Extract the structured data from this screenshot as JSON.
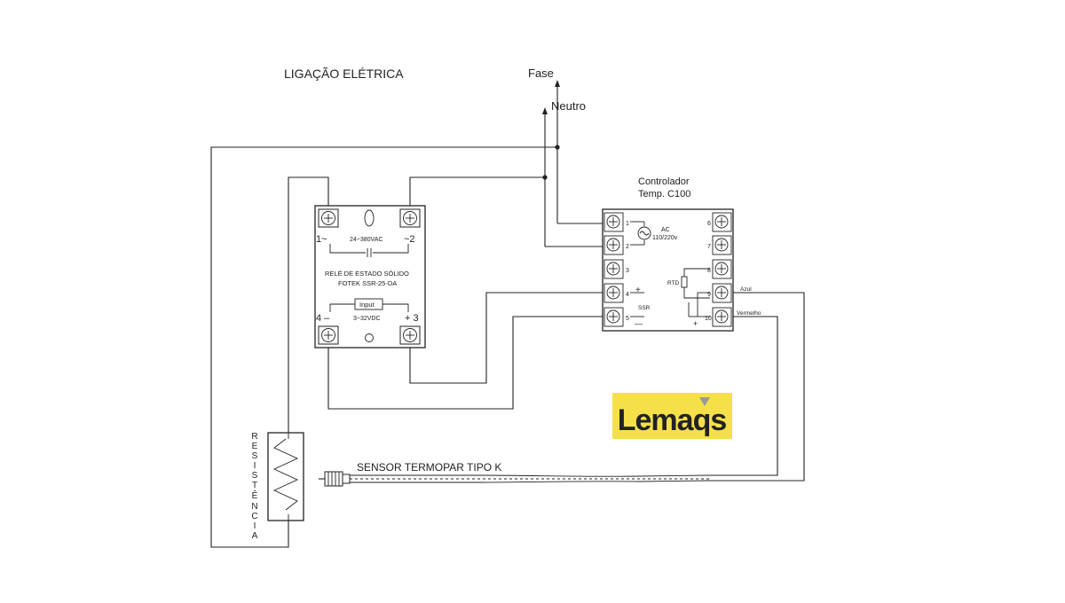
{
  "title": "LIGAÇÃO ELÉTRICA",
  "supply": {
    "fase": "Fase",
    "neutro": "Neutro"
  },
  "ssr": {
    "voltage_ac": "24~380VAC",
    "label_line1": "RELÉ DE ESTADO SÓLIDO",
    "label_line2": "FOTEK SSR-25-DA",
    "input_label": "Input",
    "voltage_dc": "3~32VDC",
    "t1": "1~",
    "t2": "~2",
    "t3": "+ 3",
    "t4": "4 –"
  },
  "controller": {
    "title_line1": "Controlador",
    "title_line2": "Temp. C100",
    "ac_line1": "AC",
    "ac_line2": "110/220v",
    "ssr": "SSR",
    "rtd": "RTD",
    "plus": "+",
    "minus": "—",
    "left_terminals": [
      "1",
      "2",
      "3",
      "4",
      "5"
    ],
    "right_terminals": [
      "6",
      "7",
      "8",
      "9",
      "10"
    ],
    "azul": "Azul",
    "vermelho": "Vermelho"
  },
  "resistencia_letters": [
    "R",
    "E",
    "S",
    "I",
    "S",
    "T",
    "Ê",
    "N",
    "C",
    "I",
    "A"
  ],
  "sensor_label": "SENSOR TERMOPAR TIPO K",
  "logo": {
    "text": "Lemaqs",
    "bg": "#f5e04a",
    "fg": "#c8201e"
  }
}
